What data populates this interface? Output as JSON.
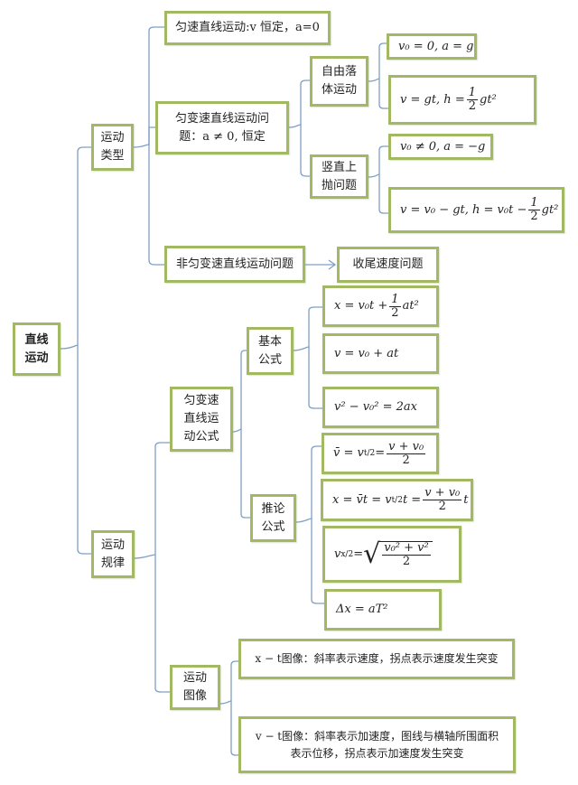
{
  "diagram": {
    "title": "直线运动",
    "colors": {
      "border": "#a3b862",
      "connector": "#7f9fc4",
      "background": "#ffffff"
    },
    "root": {
      "label": "直线\n运动"
    },
    "types": {
      "label": "运动\n类型",
      "uniform": {
        "label": "匀速直线运动:v 恒定，a=0"
      },
      "uniform_accel": {
        "label": "匀变速直线运动问\n题：a ≠ 0, 恒定",
        "free_fall": {
          "label": "自由落\n体运动",
          "f1": "v₀ = 0, a = g",
          "f2_prefix": "v = gt, h = ",
          "f2_num": "1",
          "f2_den": "2",
          "f2_suffix": "gt²"
        },
        "vertical_throw": {
          "label": "竖直上\n抛问题",
          "f1": "v₀ ≠ 0, a = −g",
          "f2_prefix": "v = v₀ − gt, h = v₀t − ",
          "f2_num": "1",
          "f2_den": "2",
          "f2_suffix": "gt²"
        }
      },
      "non_uniform": {
        "label": "非匀变速直线运动问题",
        "arrow_target": "收尾速度问题"
      }
    },
    "laws": {
      "label": "运动\n规律",
      "formulas": {
        "label": "匀变速\n直线运\n动公式",
        "basic": {
          "label": "基本\n公式",
          "f1_prefix": "x = v₀t + ",
          "f1_num": "1",
          "f1_den": "2",
          "f1_suffix": "at²",
          "f2": "v = v₀ + at",
          "f3": "v² − v₀² = 2ax"
        },
        "derived": {
          "label": "推论\n公式",
          "f1_prefix": "v̄ = v",
          "f1_sub": "t/2",
          "f1_eq": " = ",
          "f1_num": "v + v₀",
          "f1_den": "2",
          "f2_prefix": "x = v̄t = v",
          "f2_sub": "t/2",
          "f2_mid": "t = ",
          "f2_num": "v + v₀",
          "f2_den": "2",
          "f2_suffix": "t",
          "f3_prefix": "v",
          "f3_sub": "x/2",
          "f3_eq": " = ",
          "f3_num": "v₀² + v²",
          "f3_den": "2",
          "f4": "Δx = aT²"
        }
      },
      "graphs": {
        "label": "运动\n图像",
        "xt": "x − t图像：斜率表示速度，拐点表示速度发生突变",
        "vt": "v − t图像：斜率表示加速度，图线与横轴所围面积\n表示位移，拐点表示加速度发生突变"
      }
    }
  }
}
